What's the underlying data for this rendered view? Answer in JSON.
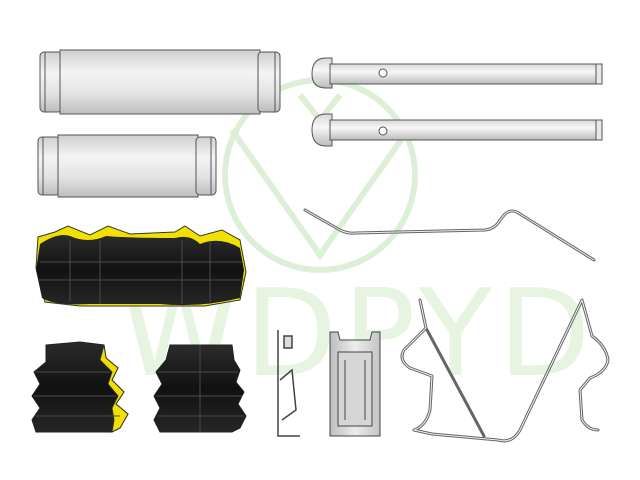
{
  "watermark": {
    "text": "WDPYD",
    "color": "#cfe8c4"
  },
  "colors": {
    "metal": "#dcdcdc",
    "metal_light": "#f2f2f2",
    "outline": "#555555",
    "rubber": "#1c1c1c",
    "rubber_hi": "#3a3a3a",
    "seal": "#f2e100"
  },
  "parts": [
    {
      "name": "guide-sleeve-long",
      "icon": "sleeve-icon"
    },
    {
      "name": "guide-sleeve-short",
      "icon": "sleeve-icon"
    },
    {
      "name": "guide-pin-upper",
      "icon": "pin-icon"
    },
    {
      "name": "guide-pin-lower",
      "icon": "pin-icon"
    },
    {
      "name": "anti-rattle-wire",
      "icon": "wire-spring-icon"
    },
    {
      "name": "dust-boot-large",
      "icon": "boot-icon"
    },
    {
      "name": "dust-boot-small-cutaway",
      "icon": "boot-icon"
    },
    {
      "name": "dust-boot-small",
      "icon": "boot-icon"
    },
    {
      "name": "clip-narrow",
      "icon": "clip-icon"
    },
    {
      "name": "clip-wide",
      "icon": "clip-icon"
    },
    {
      "name": "spring-m",
      "icon": "spring-icon"
    }
  ]
}
